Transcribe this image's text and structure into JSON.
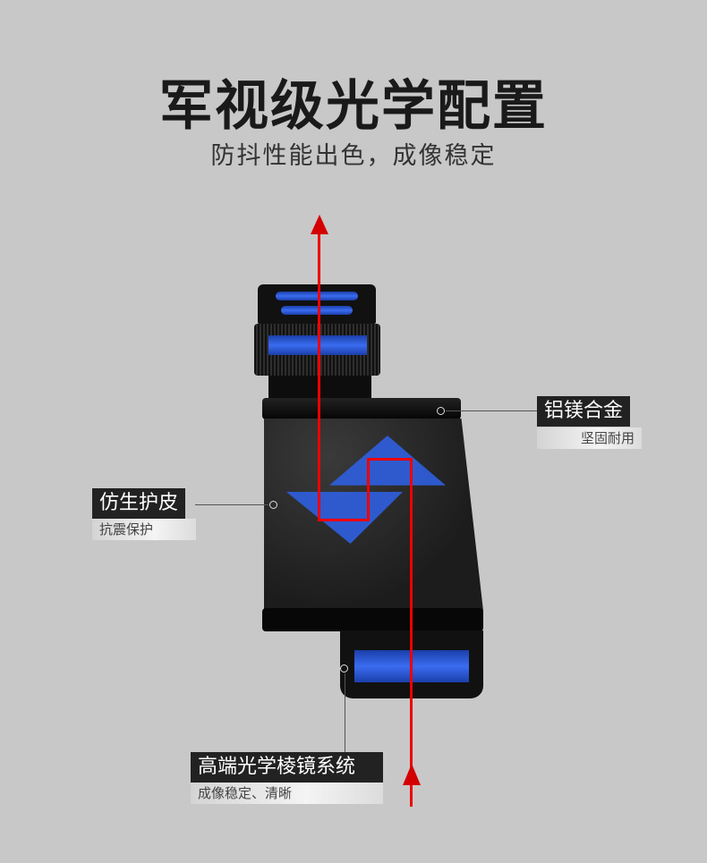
{
  "header": {
    "title": "军视级光学配置",
    "subtitle": "防抖性能出色，成像稳定"
  },
  "callouts": [
    {
      "title": "铝镁合金",
      "subtitle": "坚固耐用"
    },
    {
      "title": "仿生护皮",
      "subtitle": "抗震保护"
    },
    {
      "title": "高端光学棱镜系统",
      "subtitle": "成像稳定、清晰"
    }
  ],
  "colors": {
    "background": "#c8c8c8",
    "light_path": "#d40000",
    "accent_blue": "#2f5fe0",
    "label_bg": "#222222"
  }
}
